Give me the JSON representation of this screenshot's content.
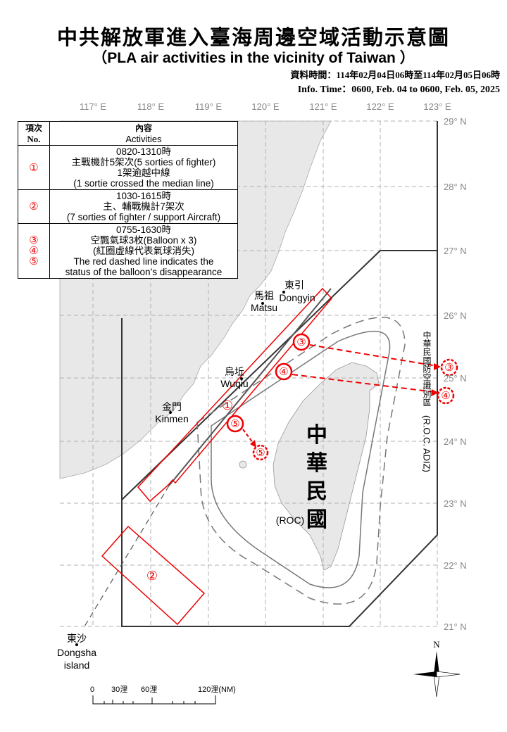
{
  "header": {
    "title": "中共解放軍進入臺海周邊空域活動示意圖",
    "subtitle": "（PLA air activities in the vicinity of Taiwan ）",
    "time_zh": "資料時間：114年02月04日06時至114年02月05日06時",
    "time_en": "Info. Time：0600, Feb. 04 to 0600, Feb. 05, 2025"
  },
  "axes": {
    "longitudes": [
      "117° E",
      "118° E",
      "119° E",
      "120° E",
      "121° E",
      "122° E",
      "123° E"
    ],
    "latitudes": [
      "29° N",
      "28° N",
      "27° N",
      "26° N",
      "25° N",
      "24° N",
      "23° N",
      "22° N",
      "21° N"
    ]
  },
  "legend": {
    "col_no_zh": "項次",
    "col_no_en": "No.",
    "col_act_zh": "內容",
    "col_act_en": "Activities",
    "rows": [
      {
        "nos": [
          "①"
        ],
        "lines": [
          "0820-1310時",
          "主戰機計5架次(5 sorties of fighter)",
          "1架逾越中線",
          "(1 sortie crossed the median line)"
        ]
      },
      {
        "nos": [
          "②"
        ],
        "lines": [
          "1030-1615時",
          "主、輔戰機計7架次",
          "(7 sorties of fighter / support Aircraft)"
        ]
      },
      {
        "nos": [
          "③",
          "④",
          "⑤"
        ],
        "lines": [
          "0755-1630時",
          "空飄氣球3枚(Balloon x 3)",
          "(紅圈虛線代表氣球消失)",
          "The red dashed line indicates the",
          "status of the balloon’s disappearance"
        ]
      }
    ]
  },
  "places": {
    "matsu_zh": "馬祖",
    "matsu_en": "Matsu",
    "dongyin_zh": "東引",
    "dongyin_en": "Dongyin",
    "wuqiu_zh": "烏坵",
    "wuqiu_en": "Wuqiu",
    "kinmen_zh": "金門",
    "kinmen_en": "Kinmen",
    "dongsha_zh": "東沙",
    "dongsha_en1": "Dongsha",
    "dongsha_en2": "island",
    "roc_zh": [
      "中",
      "華",
      "民",
      "國"
    ],
    "roc_en": "(ROC)",
    "adiz_zh": "中華民國防空識別區",
    "adiz_en": "(R.O.C. ADIZ)"
  },
  "markers": {
    "m1": "①",
    "m2": "②",
    "m3": "③",
    "m4": "④",
    "m5": "⑤"
  },
  "scale": {
    "l0": "0",
    "l30": "30浬",
    "l60": "60浬",
    "l120": "120浬(NM)"
  },
  "compass": {
    "north": "N"
  },
  "colors": {
    "activity": "#e00000",
    "land": "#e8e8e8",
    "grid": "#b0b0b0"
  }
}
